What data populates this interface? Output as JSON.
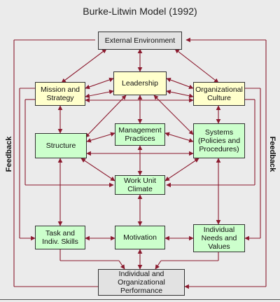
{
  "title": "Burke-Litwin Model (1992)",
  "feedback_label": "Feedback",
  "boxes": {
    "external_environment": "External Environment",
    "mission_strategy": "Mission and\nStrategy",
    "leadership": "Leadership",
    "organizational_culture": "Organizational\nCulture",
    "structure": "Structure",
    "management_practices": "Management\nPractices",
    "systems": "Systems\n(Policies and\nProcedures)",
    "work_unit_climate": "Work Unit\nClimate",
    "task_skills": "Task and\nIndiv. Skills",
    "motivation": "Motivation",
    "individual_needs": "Individual\nNeeds and\nValues",
    "performance": "Individual and\nOrganizational\nPerformance"
  },
  "colors": {
    "arrow": "#8b1a2e",
    "external_fill": "#e2e2e2",
    "transformational_fill": "#ffffcc",
    "transactional_fill": "#ccffcc"
  }
}
